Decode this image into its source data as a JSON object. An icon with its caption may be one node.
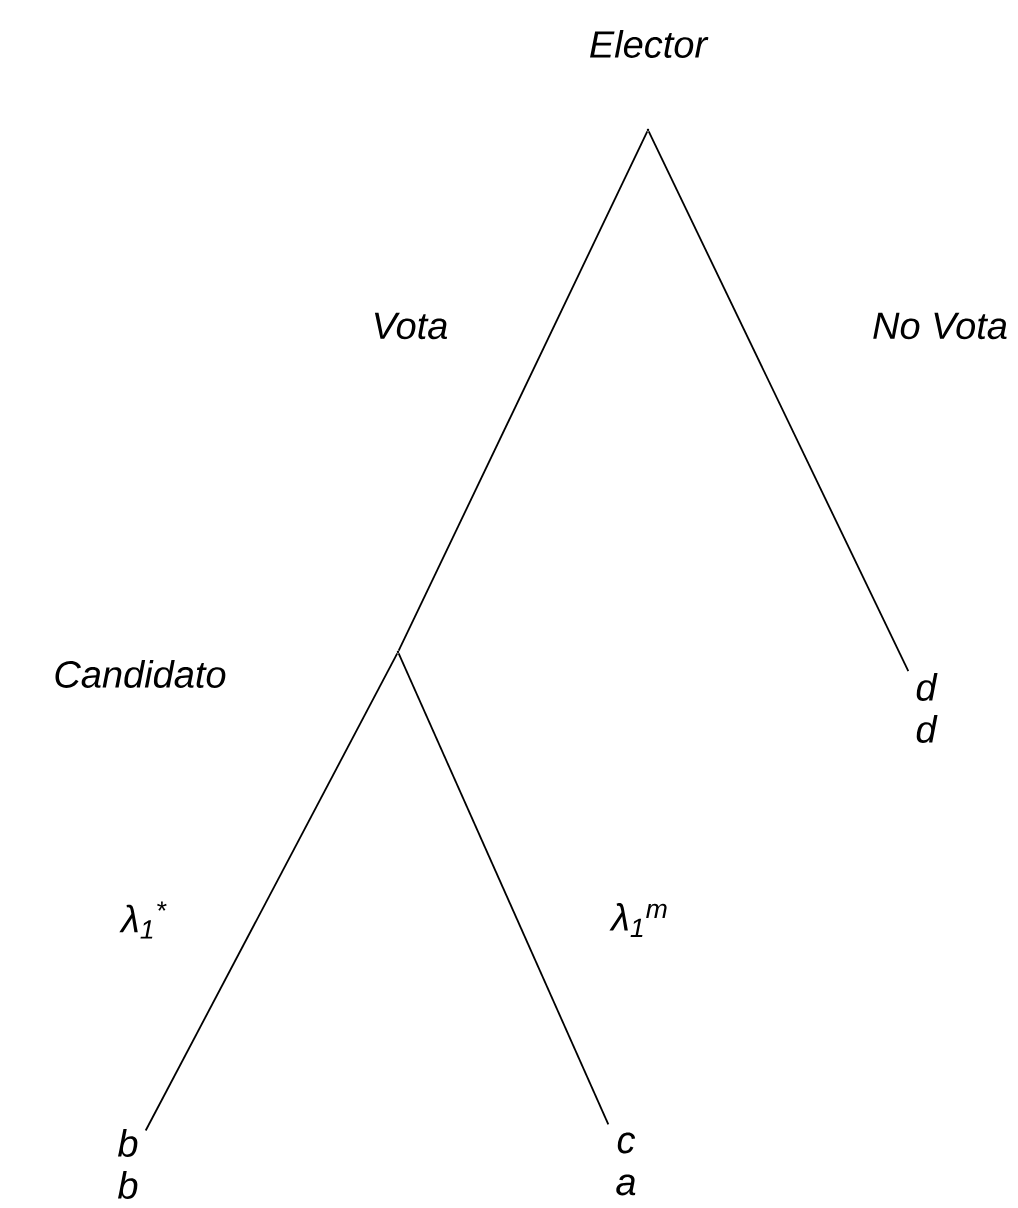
{
  "diagram": {
    "nodes": [
      {
        "text": [],
        "shape": "point",
        "beside": [
          "Elector"
        ]
      },
      {
        "text": [],
        "shape": "point"
      },
      {
        "text": [
          "d d"
        ]
      },
      {
        "text": [
          "b b"
        ]
      },
      {
        "text": [
          "c a"
        ]
      }
    ],
    "edges": [
      {
        "from": 0,
        "to": 1,
        "arrow": "none",
        "label": "Vota"
      },
      {
        "from": 0,
        "to": 2,
        "arrow": "none",
        "label": "No Vota"
      },
      {
        "from": 1,
        "to": 3,
        "arrow": "none",
        "label": "λ$_{1}$$^{*}$"
      },
      {
        "from": 1,
        "to": 4,
        "arrow": "none",
        "label": "λ$_{1}$$^{m}$"
      }
    ],
    "labels": [
      "Candidato"
    ]
  }
}
